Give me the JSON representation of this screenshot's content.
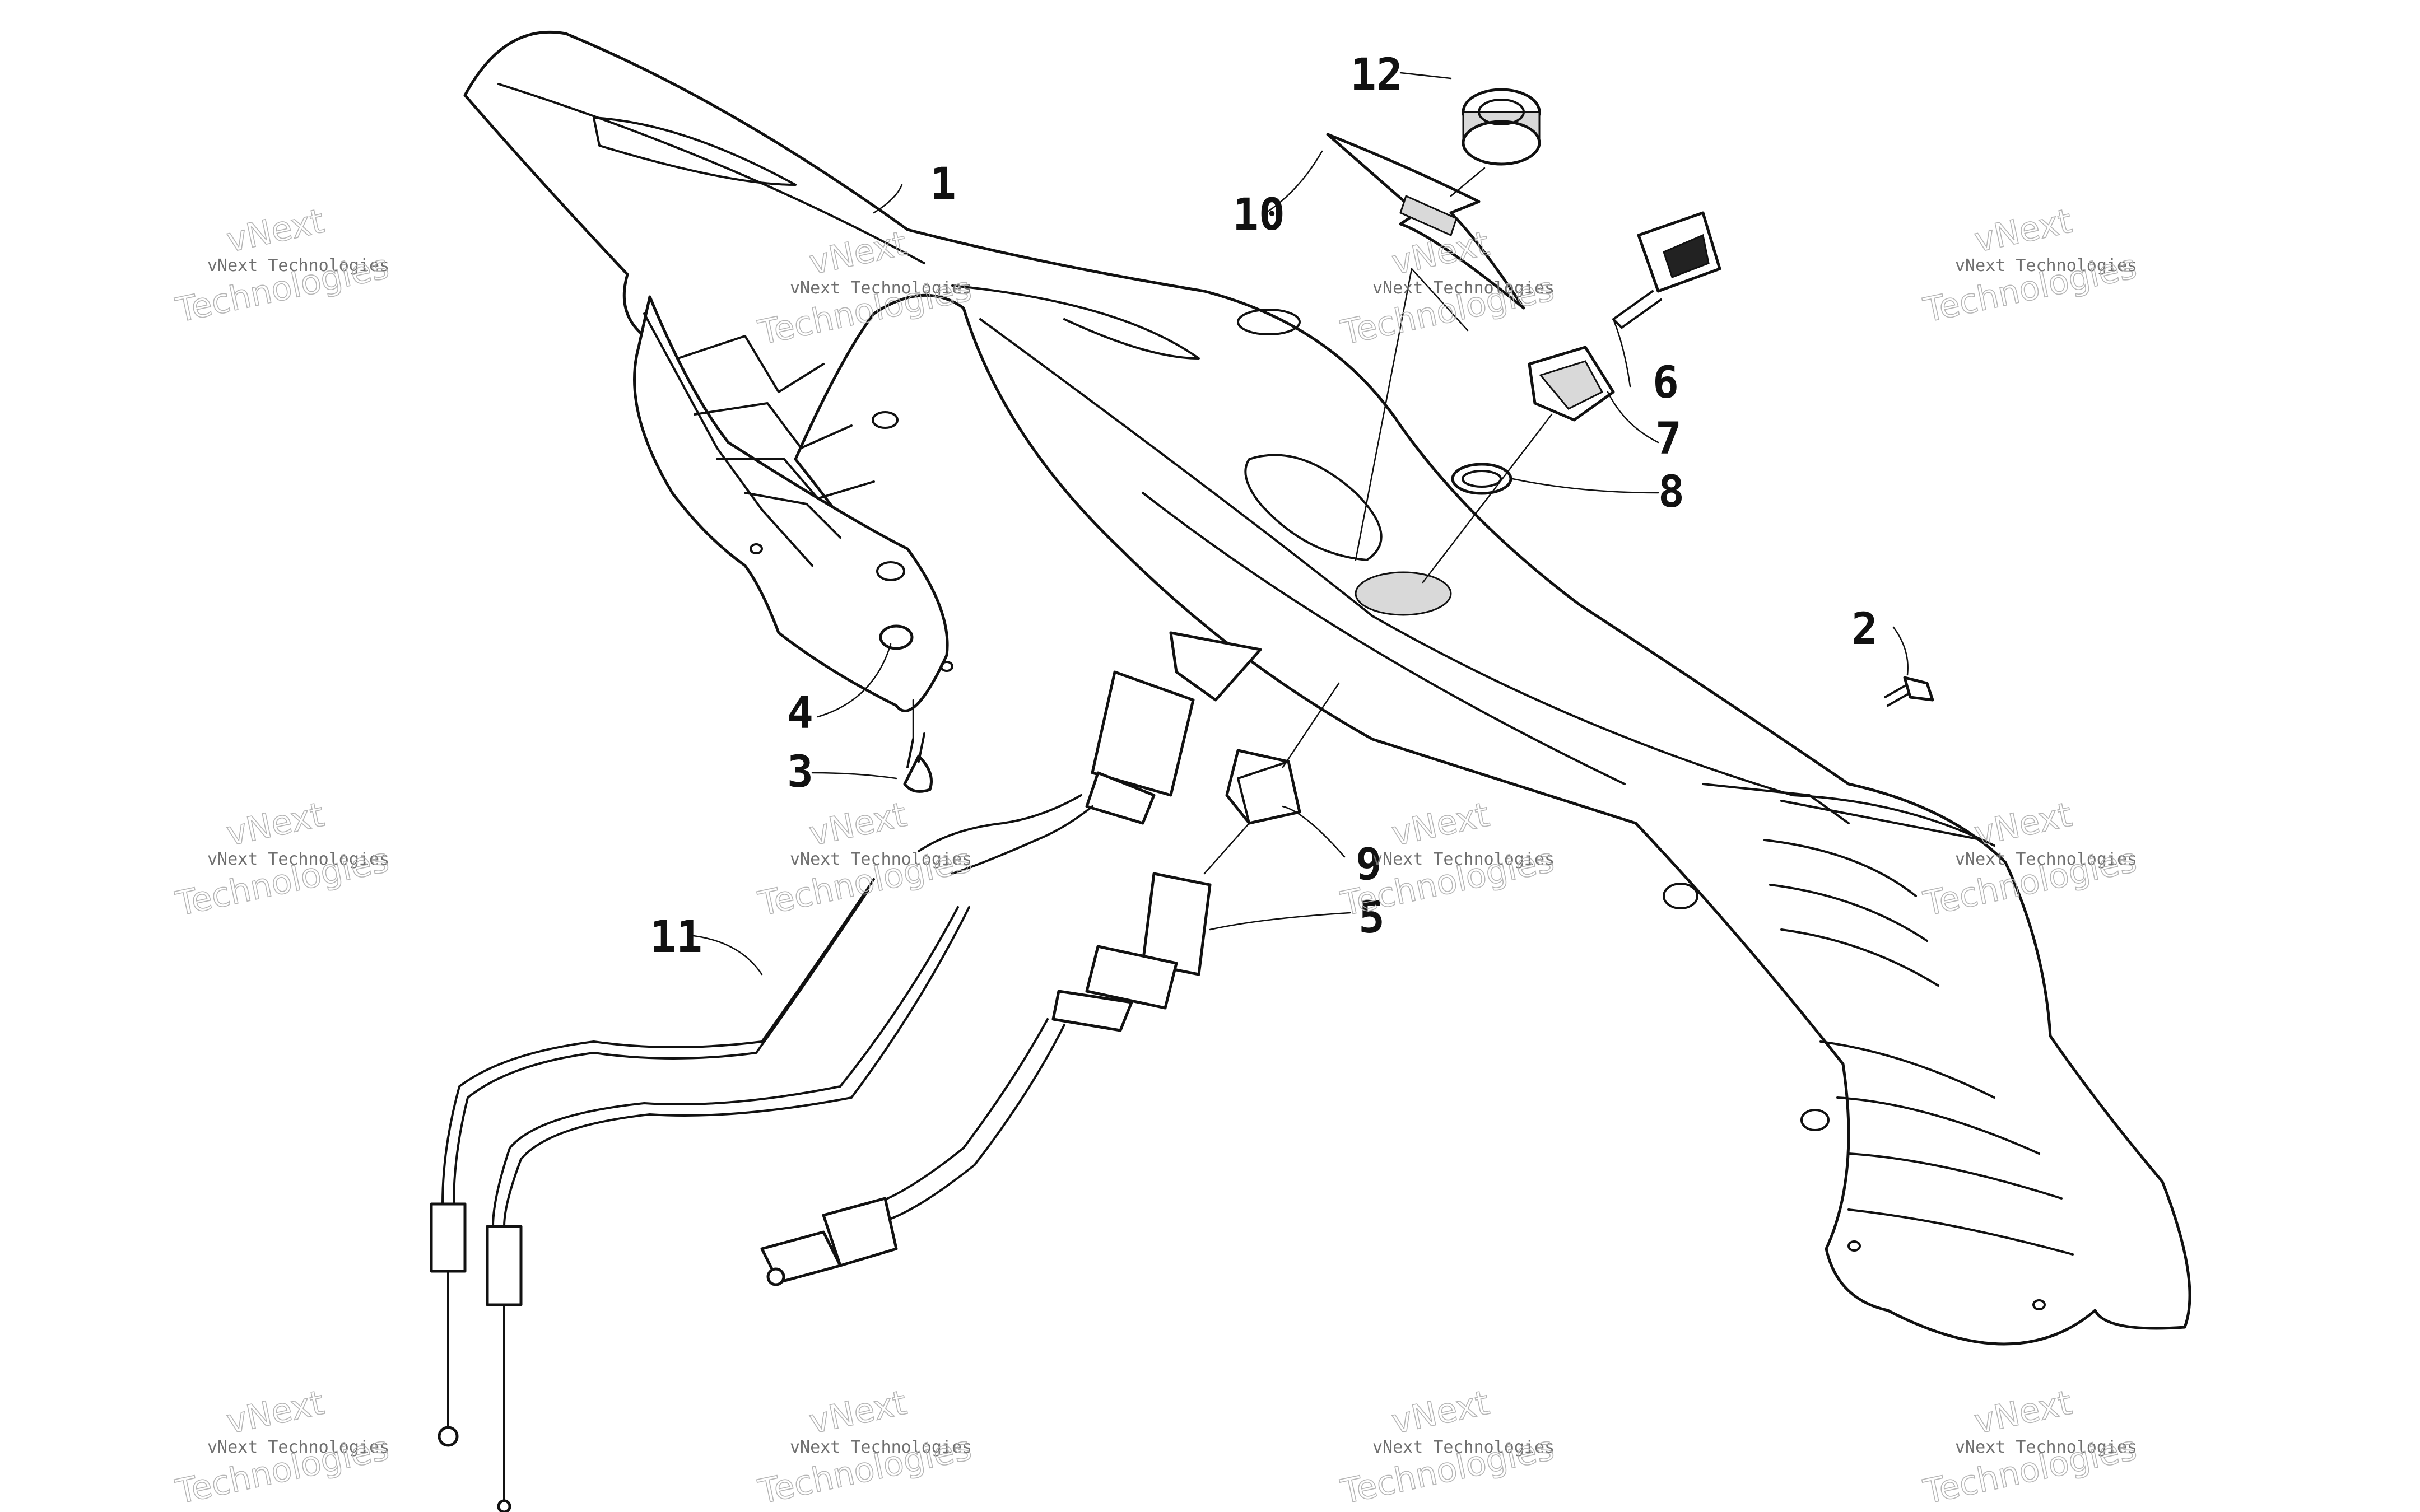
{
  "diagram": {
    "callouts": [
      {
        "id": "1",
        "label": "1"
      },
      {
        "id": "2",
        "label": "2"
      },
      {
        "id": "3",
        "label": "3"
      },
      {
        "id": "4",
        "label": "4"
      },
      {
        "id": "5",
        "label": "5"
      },
      {
        "id": "6",
        "label": "6"
      },
      {
        "id": "7",
        "label": "7"
      },
      {
        "id": "8",
        "label": "8"
      },
      {
        "id": "9",
        "label": "9"
      },
      {
        "id": "10",
        "label": "10"
      },
      {
        "id": "11",
        "label": "11"
      },
      {
        "id": "12",
        "label": "12"
      }
    ]
  },
  "watermark": {
    "line_a": "vNext Technologies",
    "line_b_top": "vNext",
    "line_b_bottom": "Technologies"
  },
  "colors": {
    "ink": "#111111",
    "watermark": "#b5b5b5",
    "background": "#ffffff"
  }
}
